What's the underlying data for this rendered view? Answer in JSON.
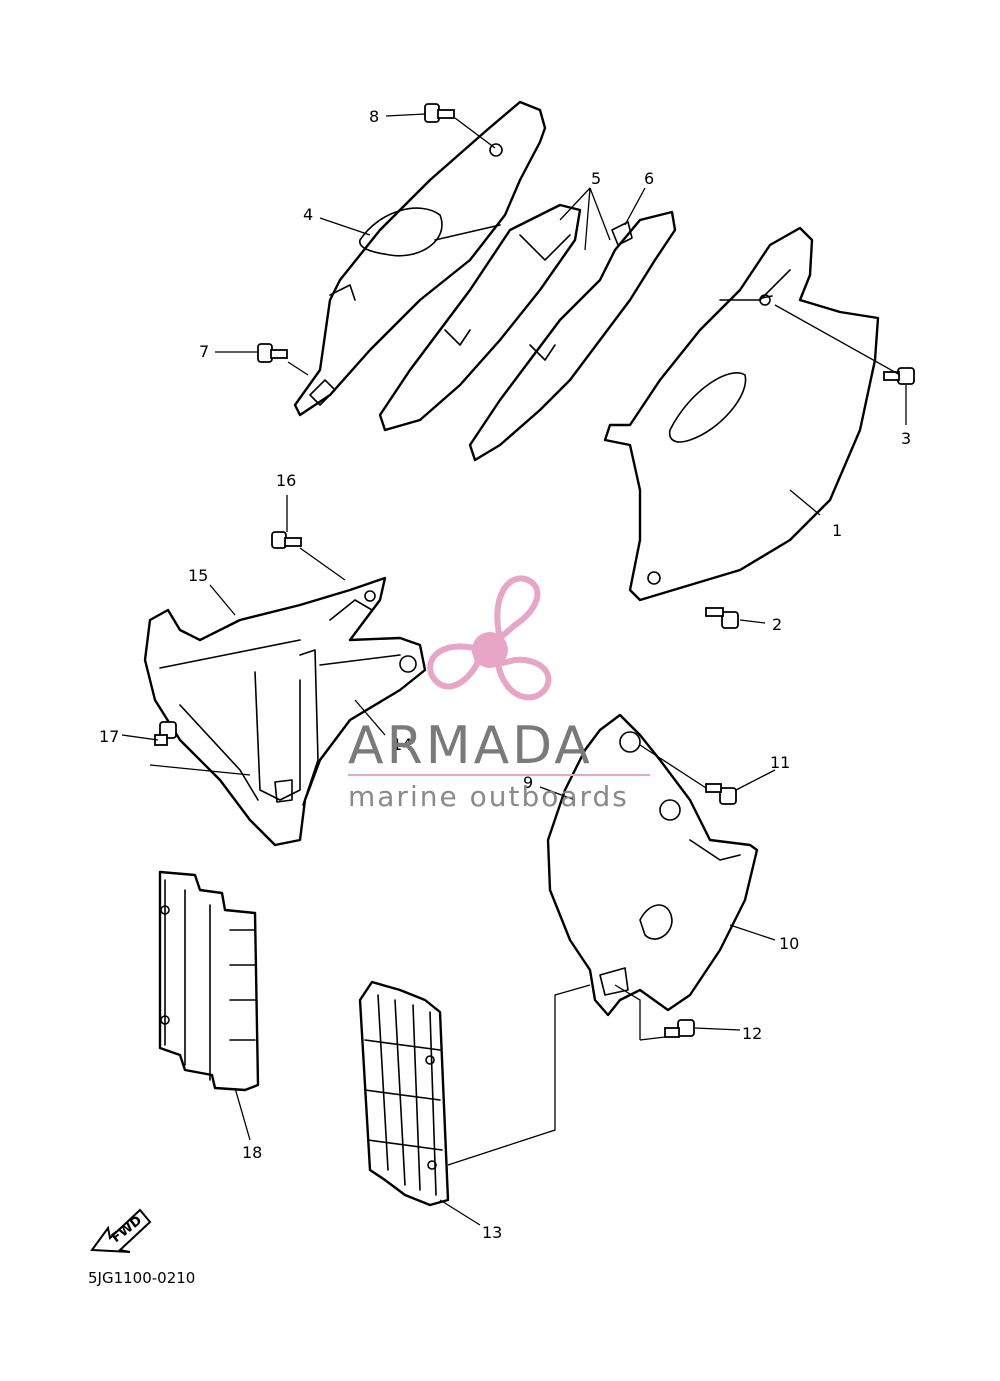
{
  "callouts": [
    "1",
    "2",
    "3",
    "4",
    "5",
    "6",
    "7",
    "8",
    "9",
    "10",
    "11",
    "12",
    "13",
    "14",
    "15",
    "16",
    "17",
    "18"
  ],
  "watermark": {
    "brand": "ARMADA",
    "tagline": "marine outboards",
    "accent_color": "#e8a6c6",
    "text_color": "#7a7a7a"
  },
  "fwd_label": "FWD",
  "diagram_code": "5JG1100-0210",
  "icons": [
    "propeller-logo-icon",
    "fwd-arrow-icon",
    "bolt-icon"
  ]
}
